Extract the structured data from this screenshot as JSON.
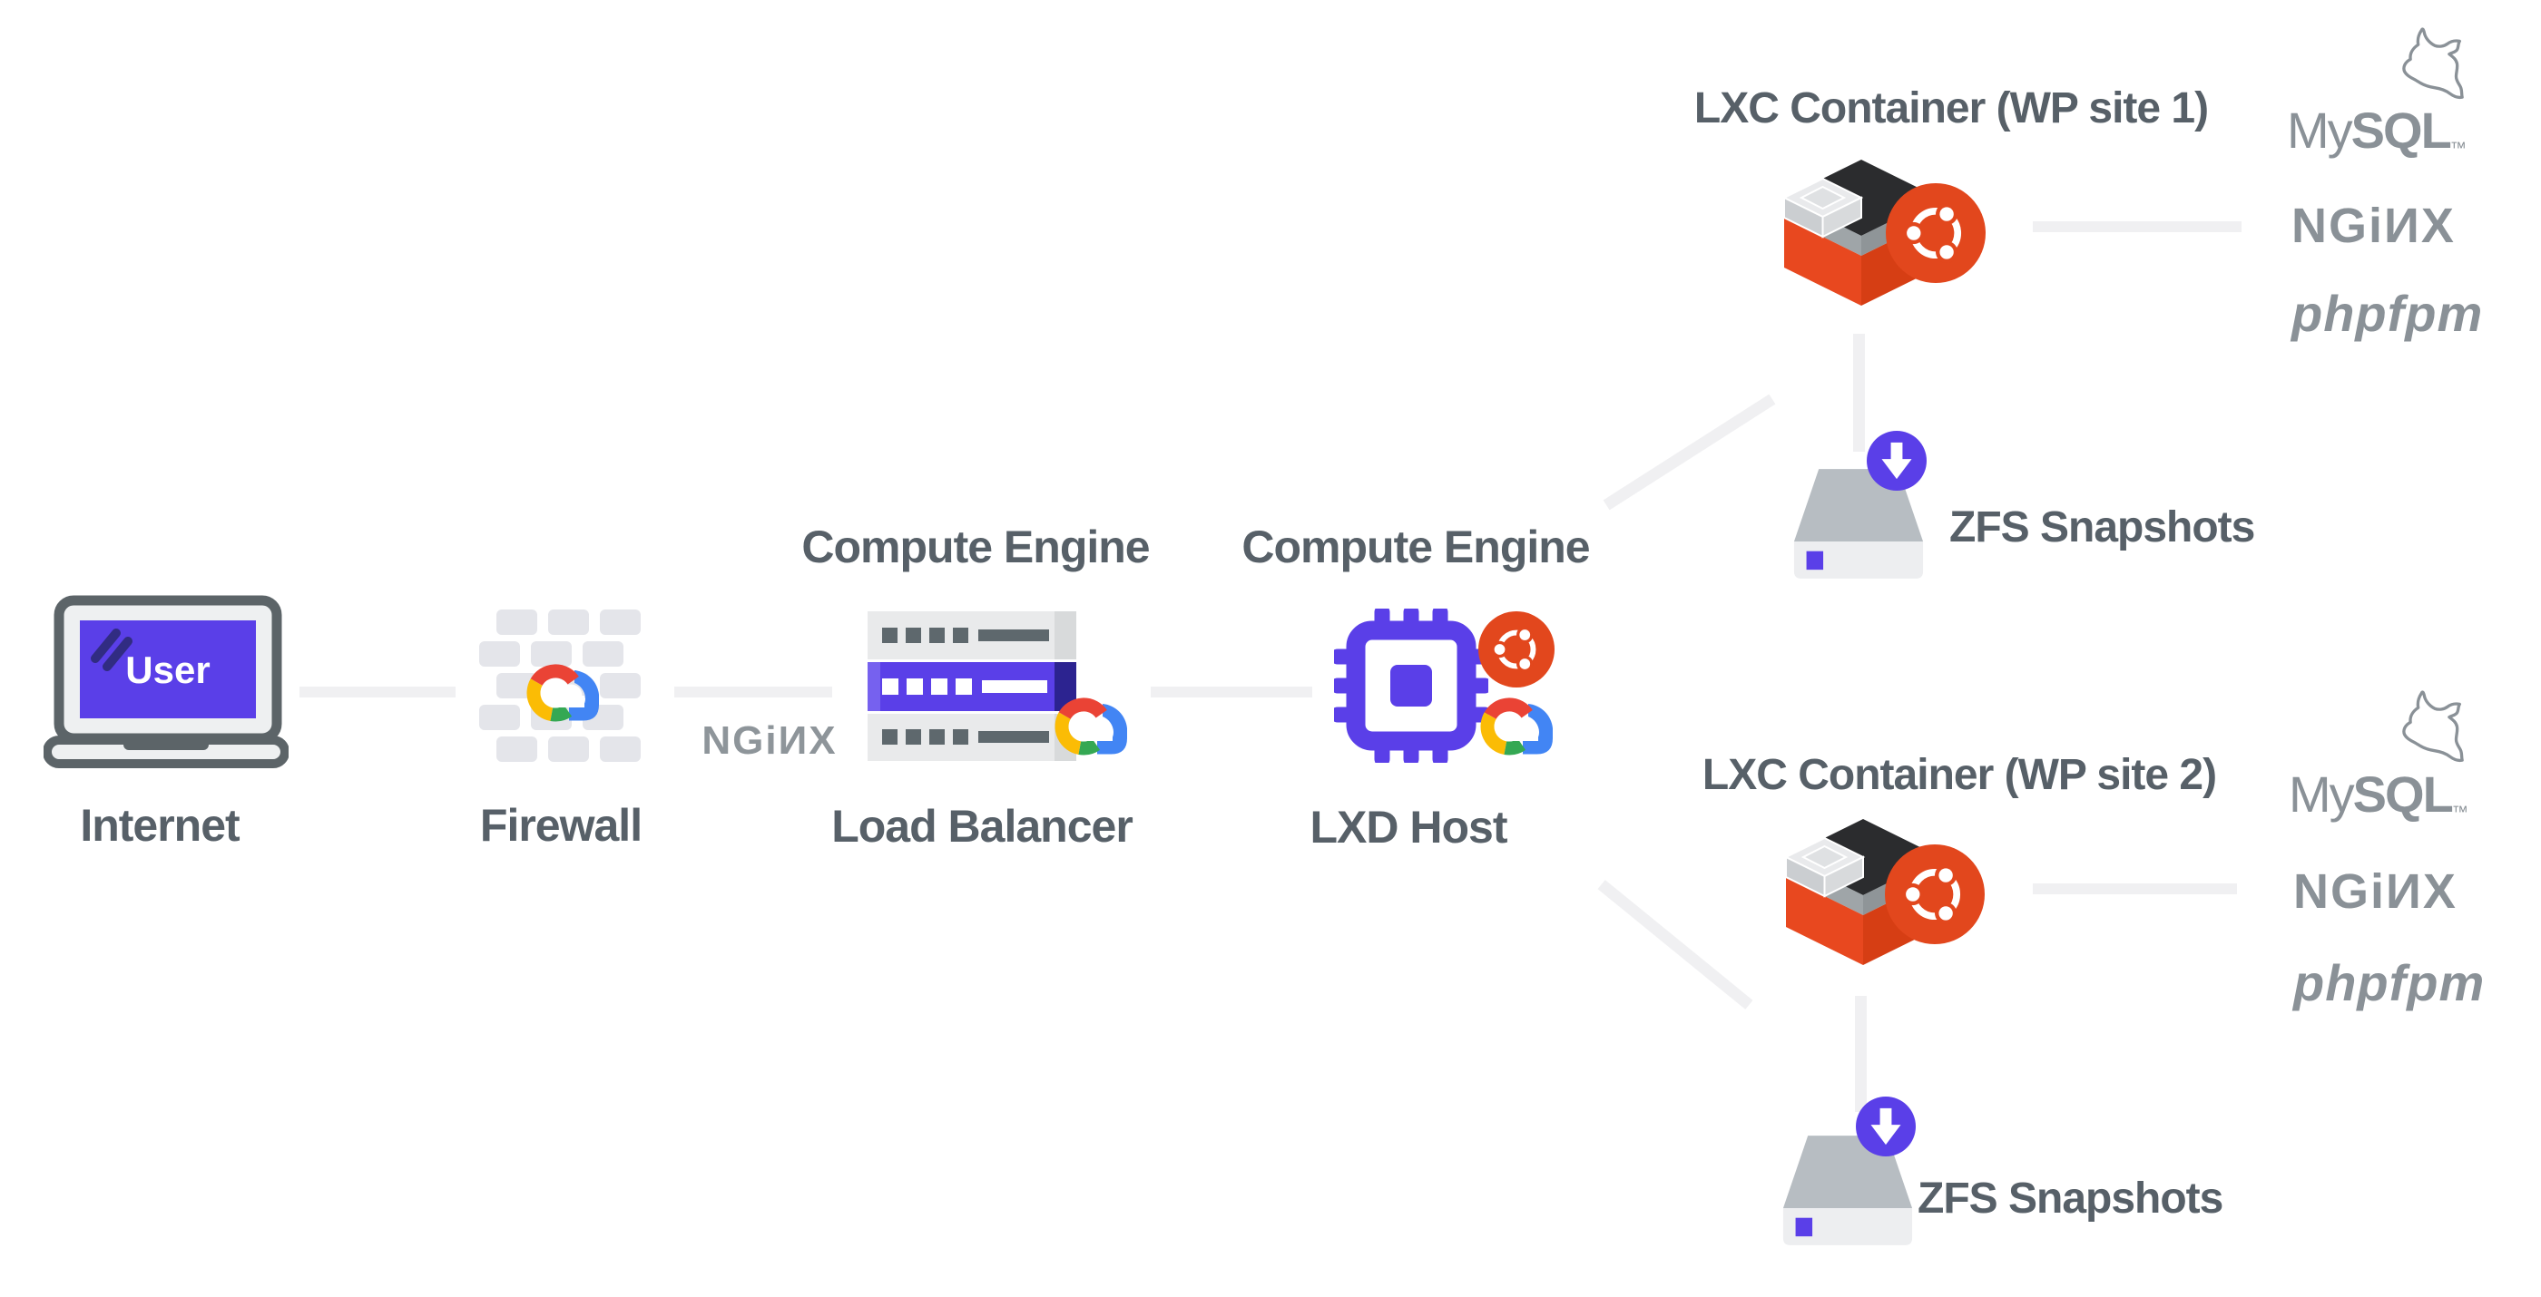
{
  "nodes": {
    "internet": {
      "screen_text": "User",
      "label": "Internet"
    },
    "firewall": {
      "label": "Firewall"
    },
    "nginx_wordmark": "NGiИX",
    "load_balancer": {
      "title": "Compute Engine",
      "label": "Load Balancer"
    },
    "lxd_host": {
      "title": "Compute Engine",
      "label": "LXD Host"
    }
  },
  "sites": [
    {
      "container_label": "LXC Container (WP site 1)",
      "zfs_label": "ZFS Snapshots",
      "stack": {
        "mysql_my": "My",
        "mysql_sql": "SQL",
        "tm": "™",
        "nginx": "NGiИX",
        "phpfpm": "phpfpm"
      }
    },
    {
      "container_label": "LXC Container (WP site 2)",
      "zfs_label": "ZFS Snapshots",
      "stack": {
        "mysql_my": "My",
        "mysql_sql": "SQL",
        "tm": "™",
        "nginx": "NGiИX",
        "phpfpm": "phpfpm"
      }
    }
  ],
  "colors": {
    "accent_purple": "#5A3FE8",
    "navy_accent": "#2C2390",
    "ubuntu_orange": "#E2471D",
    "lxc_orange": "#E8481F",
    "google_red": "#EA4335",
    "google_blue": "#4285F4",
    "google_yellow": "#FBBC05",
    "google_green": "#34A853",
    "label_gray": "#576068",
    "logo_gray": "#8A9197",
    "connector_gray": "#F0F0F2"
  }
}
